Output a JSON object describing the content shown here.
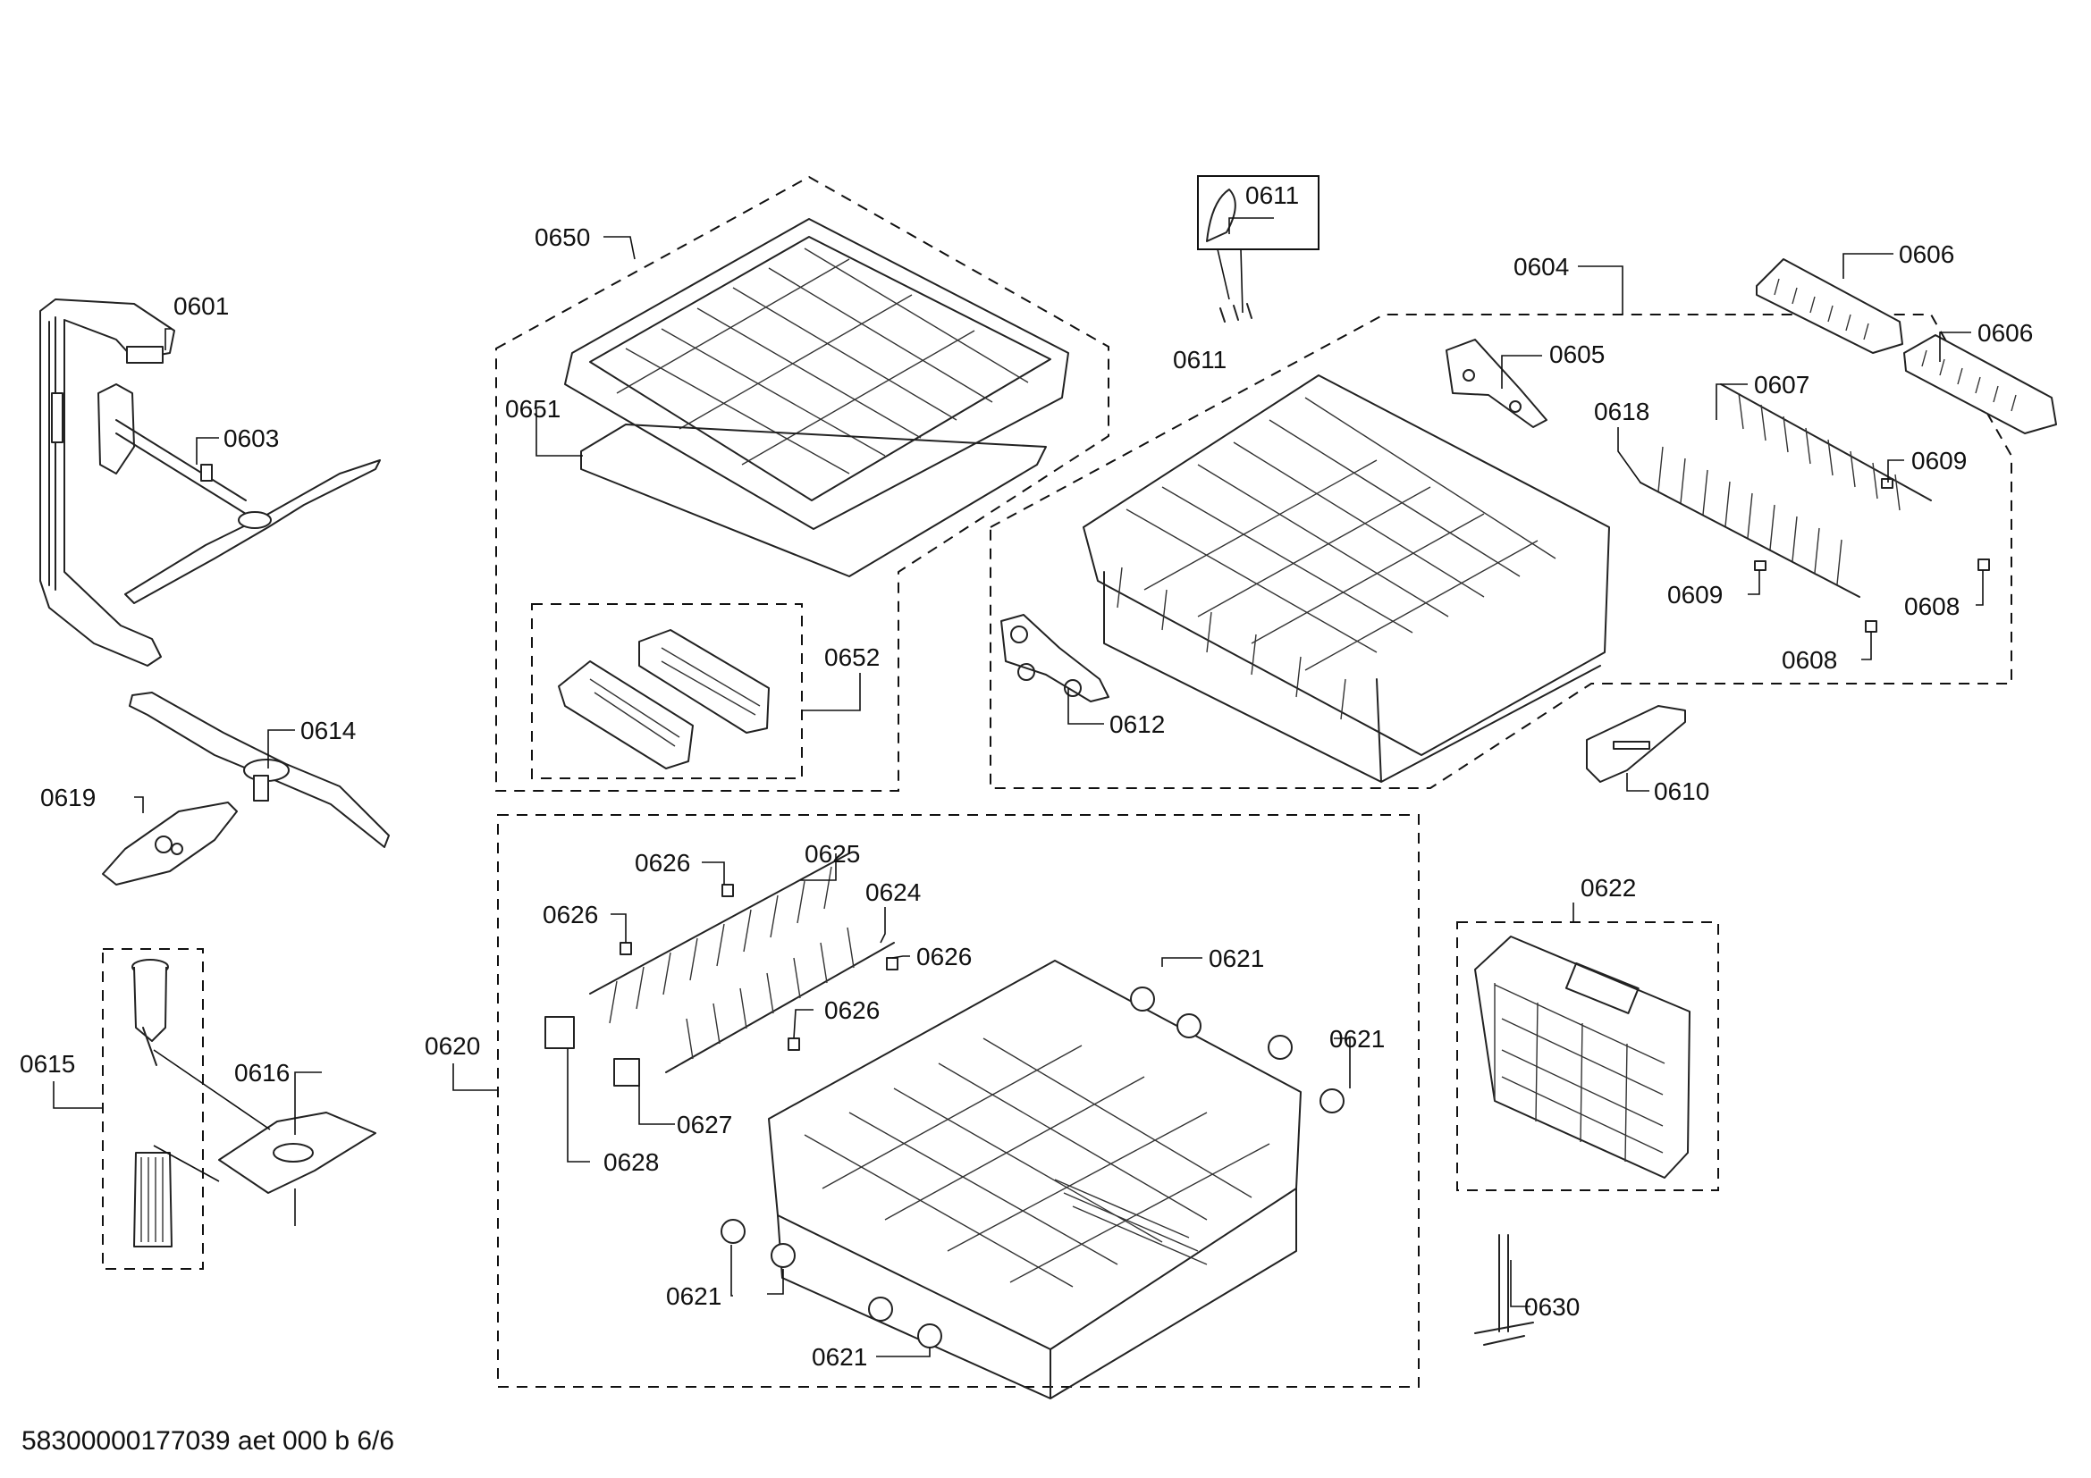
{
  "footer": "58300000177039 aet 000 b 6/6",
  "callouts": {
    "c0601": "0601",
    "c0603": "0603",
    "c0604": "0604",
    "c0605": "0605",
    "c0606a": "0606",
    "c0606b": "0606",
    "c0607": "0607",
    "c0608a": "0608",
    "c0608b": "0608",
    "c0609a": "0609",
    "c0609b": "0609",
    "c0610": "0610",
    "c0611a": "0611",
    "c0611b": "0611",
    "c0612": "0612",
    "c0614": "0614",
    "c0615": "0615",
    "c0616": "0616",
    "c0618": "0618",
    "c0619": "0619",
    "c0620": "0620",
    "c0621a": "0621",
    "c0621b": "0621",
    "c0621c": "0621",
    "c0621d": "0621",
    "c0622": "0622",
    "c0624": "0624",
    "c0625": "0625",
    "c0626a": "0626",
    "c0626b": "0626",
    "c0626c": "0626",
    "c0626d": "0626",
    "c0627": "0627",
    "c0628": "0628",
    "c0630": "0630",
    "c0650": "0650",
    "c0651": "0651",
    "c0652": "0652"
  },
  "icons": {
    "spray_arm_upper": "spray-arm-assembly-icon",
    "spray_arm_lower": "lower-spray-arm-icon",
    "upper_rack": "upper-rack-icon",
    "lower_rack": "lower-rack-icon",
    "third_rack": "third-rack-tray-icon",
    "cutlery_basket": "cutlery-basket-icon",
    "filter": "filter-assembly-icon"
  }
}
